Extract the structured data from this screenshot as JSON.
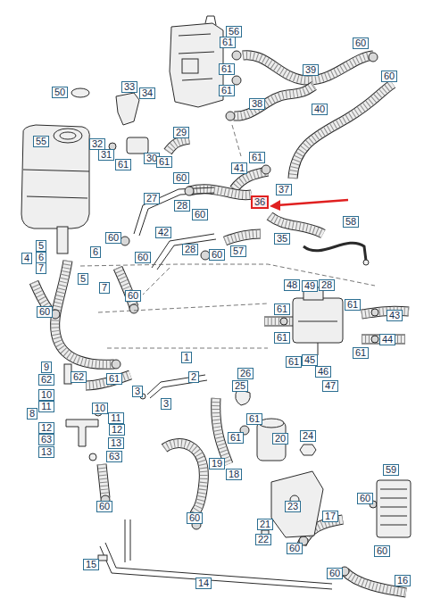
{
  "diagram": {
    "nodes": [
      {
        "text": [
          "56"
        ]
      },
      {
        "text": [
          "61"
        ]
      },
      {
        "text": [
          "60"
        ]
      },
      {
        "text": [
          "61"
        ]
      },
      {
        "text": [
          "39"
        ]
      },
      {
        "text": [
          "60"
        ]
      },
      {
        "text": [
          "33"
        ]
      },
      {
        "text": [
          "61"
        ]
      },
      {
        "text": [
          "50"
        ]
      },
      {
        "text": [
          "34"
        ]
      },
      {
        "text": [
          "38"
        ]
      },
      {
        "text": [
          "40"
        ]
      },
      {
        "text": [
          "29"
        ]
      },
      {
        "text": [
          "55"
        ]
      },
      {
        "text": [
          "32"
        ]
      },
      {
        "text": [
          "31"
        ]
      },
      {
        "text": [
          "61"
        ]
      },
      {
        "text": [
          "30"
        ]
      },
      {
        "text": [
          "61"
        ]
      },
      {
        "text": [
          "61"
        ]
      },
      {
        "text": [
          "41"
        ]
      },
      {
        "text": [
          "60"
        ]
      },
      {
        "text": [
          "37"
        ]
      },
      {
        "text": [
          "27"
        ]
      },
      {
        "text": [
          "36"
        ]
      },
      {
        "text": [
          "28"
        ]
      },
      {
        "text": [
          "60"
        ]
      },
      {
        "text": [
          "58"
        ]
      },
      {
        "text": [
          "42"
        ]
      },
      {
        "text": [
          "60"
        ]
      },
      {
        "text": [
          "35"
        ]
      },
      {
        "text": [
          "5"
        ]
      },
      {
        "text": [
          "57"
        ]
      },
      {
        "text": [
          "6"
        ]
      },
      {
        "text": [
          "60"
        ]
      },
      {
        "text": [
          "28"
        ]
      },
      {
        "text": [
          "60"
        ]
      },
      {
        "text": [
          "4"
        ]
      },
      {
        "text": [
          "6"
        ]
      },
      {
        "text": [
          "7"
        ]
      },
      {
        "text": [
          "5"
        ]
      },
      {
        "text": [
          "48"
        ]
      },
      {
        "text": [
          "49"
        ]
      },
      {
        "text": [
          "28"
        ]
      },
      {
        "text": [
          "7"
        ]
      },
      {
        "text": [
          "60"
        ]
      },
      {
        "text": [
          "61"
        ]
      },
      {
        "text": [
          "61"
        ]
      },
      {
        "text": [
          "60"
        ]
      },
      {
        "text": [
          "43"
        ]
      },
      {
        "text": [
          "61"
        ]
      },
      {
        "text": [
          "44"
        ]
      },
      {
        "text": [
          "61"
        ]
      },
      {
        "text": [
          "1"
        ]
      },
      {
        "text": [
          "45"
        ]
      },
      {
        "text": [
          "61"
        ]
      },
      {
        "text": [
          "9"
        ]
      },
      {
        "text": [
          "46"
        ]
      },
      {
        "text": [
          "26"
        ]
      },
      {
        "text": [
          "2"
        ]
      },
      {
        "text": [
          "62"
        ]
      },
      {
        "text": [
          "61"
        ]
      },
      {
        "text": [
          "62"
        ]
      },
      {
        "text": [
          "25"
        ]
      },
      {
        "text": [
          "47"
        ]
      },
      {
        "text": [
          "3"
        ]
      },
      {
        "text": [
          "10"
        ]
      },
      {
        "text": [
          "3"
        ]
      },
      {
        "text": [
          "11"
        ]
      },
      {
        "text": [
          "10"
        ]
      },
      {
        "text": [
          "8"
        ]
      },
      {
        "text": [
          "11"
        ]
      },
      {
        "text": [
          "61"
        ]
      },
      {
        "text": [
          "12"
        ]
      },
      {
        "text": [
          "12"
        ]
      },
      {
        "text": [
          "24"
        ]
      },
      {
        "text": [
          "61"
        ]
      },
      {
        "text": [
          "20"
        ]
      },
      {
        "text": [
          "63"
        ]
      },
      {
        "text": [
          "13"
        ]
      },
      {
        "text": [
          "13"
        ]
      },
      {
        "text": [
          "63"
        ]
      },
      {
        "text": [
          "19"
        ]
      },
      {
        "text": [
          "59"
        ]
      },
      {
        "text": [
          "18"
        ]
      },
      {
        "text": [
          "60"
        ]
      },
      {
        "text": [
          "60"
        ]
      },
      {
        "text": [
          "23"
        ]
      },
      {
        "text": [
          "17"
        ]
      },
      {
        "text": [
          "60"
        ]
      },
      {
        "text": [
          "21"
        ]
      },
      {
        "text": [
          "22"
        ]
      },
      {
        "text": [
          "60"
        ]
      },
      {
        "text": [
          "60"
        ]
      },
      {
        "text": [
          "15"
        ]
      },
      {
        "text": [
          "60"
        ]
      },
      {
        "text": [
          "16"
        ]
      },
      {
        "text": [
          "14"
        ]
      }
    ]
  }
}
